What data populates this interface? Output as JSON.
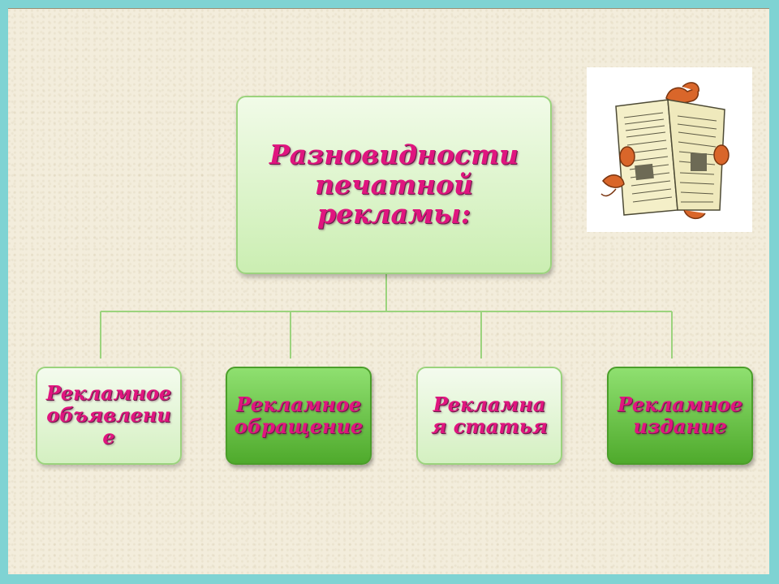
{
  "diagram": {
    "root": {
      "lines": [
        "Разновидности",
        "печатной рекламы:"
      ]
    },
    "children": [
      {
        "lines": [
          "Рекламное",
          "объявлени",
          "е"
        ],
        "style": "light"
      },
      {
        "lines": [
          "Рекламное",
          "обращение"
        ],
        "style": "dark"
      },
      {
        "lines": [
          "Рекламна",
          "я статья"
        ],
        "style": "light"
      },
      {
        "lines": [
          "Рекламное",
          "издание"
        ],
        "style": "dark"
      }
    ]
  },
  "colors": {
    "text": "#e0157f",
    "connector": "#9bd37d",
    "frame": "#7fd3d3",
    "background": "#f3eddc"
  },
  "illustration": {
    "icon": "newspaper-reading-dog-icon"
  }
}
